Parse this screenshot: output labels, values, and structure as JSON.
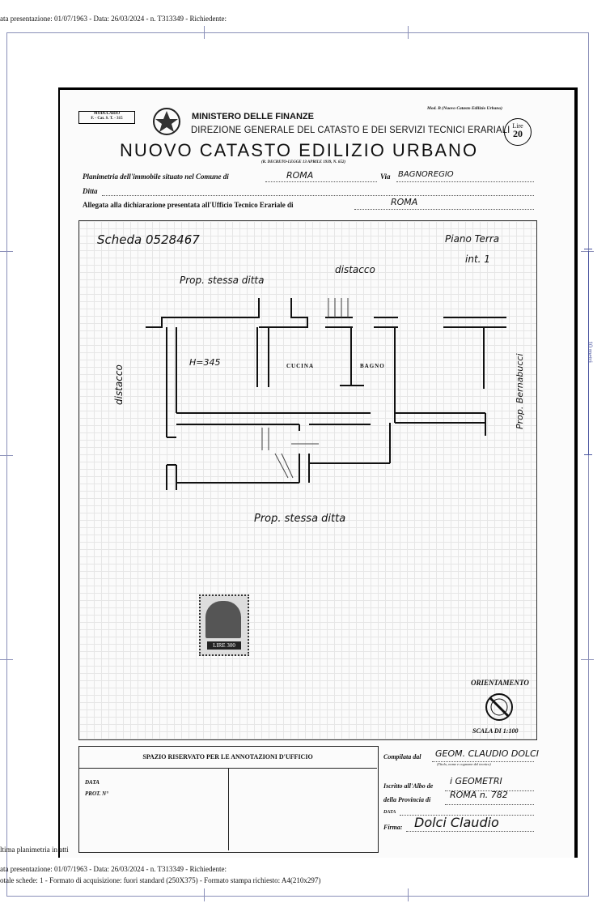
{
  "page_header": "ata presentazione: 01/07/1963 - Data: 26/03/2024 - n. T313349 - Richiedente:",
  "scale_bar_label": "10 metri",
  "form": {
    "modulario": "MODULARIO\nF. - Cat. S. T. - 315",
    "mod_b": "Mod. B (Nuovo Catasto Edilizio Urbano)",
    "ministry": "MINISTERO DELLE FINANZE",
    "direction": "DIREZIONE GENERALE DEL CATASTO E DEI SERVIZI TECNICI ERARIALI",
    "title": "NUOVO CATASTO EDILIZIO URBANO",
    "decree": "(R. DECRETO-LEGGE 13 APRILE 1939, N. 652)",
    "stamp_lire": "Lire",
    "stamp_value": "20",
    "planimetria_label": "Planimetria dell'immobile situato nel Comune di",
    "comune": "ROMA",
    "via_label": "Via",
    "via": "BAGNOREGIO",
    "ditta_label": "Ditta",
    "allegata_label": "Allegata alla dichiarazione presentata all'Ufficio Tecnico Erariale di",
    "ufficio": "ROMA"
  },
  "plan": {
    "scheda": "Scheda 0528467",
    "piano": "Piano Terra",
    "interno": "int. 1",
    "prop_top": "Prop. stessa ditta",
    "distacco_top": "distacco",
    "distacco_left": "distacco",
    "prop_right": "Prop. Bernabucci",
    "height": "H=345",
    "cucina": "CUCINA",
    "bagno": "BAGNO",
    "prop_bottom": "Prop. stessa ditta",
    "revenue_stamp_value": "LIRE 300",
    "orientamento": "ORIENTAMENTO",
    "scala": "SCALA DI 1:100"
  },
  "office": {
    "title": "SPAZIO RISERVATO PER LE ANNOTAZIONI D'UFFICIO",
    "data_label": "DATA",
    "prot_label": "PROT. N°"
  },
  "compiler": {
    "compilata_label": "Compilata dal",
    "compilata_value": "GEOM. CLAUDIO DOLCI",
    "titolo_note": "(Titolo, nome e cognome del tecnico)",
    "iscritto_label": "Iscritto all'Albo de",
    "iscritto_value": "i GEOMETRI",
    "provincia_label": "della Provincia di",
    "provincia_value": "ROMA n. 782",
    "data_label": "DATA",
    "firma_label": "Firma:",
    "firma_value": "Dolci Claudio"
  },
  "footer": {
    "ultima": "ltima planimetria in atti",
    "line1": "ata presentazione: 01/07/1963 - Data: 26/03/2024 - n. T313349 - Richiedente:",
    "line2": "otale schede: 1 - Formato di acquisizione: fuori standard (250X375) - Formato stampa richiesto: A4(210x297)"
  }
}
